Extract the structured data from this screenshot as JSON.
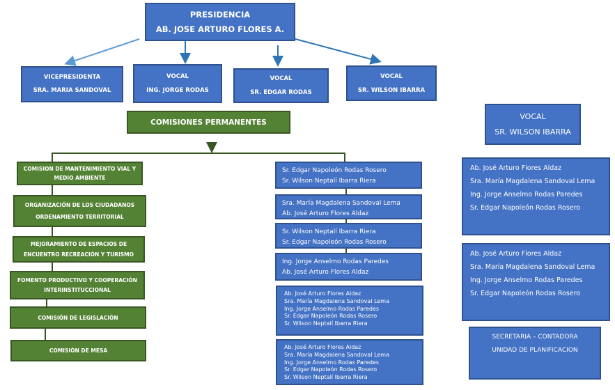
{
  "presidencia": {
    "title": "PRESIDENCIA",
    "name": "AB. JOSE ARTURO FLORES A."
  },
  "second_level": [
    {
      "title": "VICEPRESIDENTA",
      "name": "SRA. MARIA SANDOVAL"
    },
    {
      "title": "VOCAL",
      "name": "ING. JORGE RODAS"
    },
    {
      "title": "VOCAL",
      "name": "SR. EDGAR RODAS"
    },
    {
      "title": "VOCAL",
      "name": "SR. WILSON IBARRA"
    }
  ],
  "comisiones_header": "COMISIONES PERMANENTES",
  "comisiones": [
    {
      "line1": "COMISION DE MANTENIMIENTO VIAL Y",
      "line2": "MEDIO AMBIENTE"
    },
    {
      "line1": "ORGANIZACIÓN DE LOS CIUDADANOS",
      "line2": "ORDENAMIENTO TERRITORIAL"
    },
    {
      "line1": "MEJORAMIENTO DE ESPACIOS DE",
      "line2": "ENCUENTRO RECREACIÓN Y TURISMO"
    },
    {
      "line1": "FOMENTO PRODUCTIVO Y COOPERACIÓN",
      "line2": "INTERINSTITUCCIONAL"
    },
    {
      "line1": "COMISIÓN DE LEGISLACIÓN",
      "line2": ""
    },
    {
      "line1": "COMISIÒN DE MESA",
      "line2": ""
    }
  ],
  "miembros": [
    [
      "Sr. Edgar Napoleón Rodas Rosero",
      "Sr. Wilson Neptalí Ibarra Riera"
    ],
    [
      "Sra. María Magdalena Sandoval Lema",
      "Ab. José Arturo Flores Aldaz"
    ],
    [
      "Sr. Wilson Neptalí Ibarra Riera",
      "Sr. Edgar Napoleón Rodas Rosero"
    ],
    [
      "Ing. Jorge Anselmo Rodas Paredes",
      "Ab. José Arturo Flores Aldaz"
    ],
    [
      "Ab. José Arturo Flores Aldaz",
      "Sra. María Magdalena Sandoval Lema",
      "Ing. Jorge Anselmo Rodas Paredes",
      "Sr. Edgar Napoleón Rodas Rosero",
      "Sr. Wilson Neptalí  Ibarra Riera"
    ],
    [
      "Ab. José Arturo Flores Aldaz",
      "Sra. María Magdalena Sandoval Lema",
      "Ing. Jorge Anselmo Rodas Paredes",
      "Sr. Edgar Napoleón Rodas Rosero",
      "Sr. Wilson Neptalí  Ibarra Riera"
    ]
  ],
  "right_column": {
    "vocal": {
      "title": "VOCAL",
      "name": "SR. WILSON IBARRA"
    },
    "list_a": [
      "Ab. José Arturo Flores Aldaz",
      "Sra. María Magdalena Sandoval Lema",
      "Ing. Jorge Anselmo Rodas Paredes",
      "Sr. Edgar Napoleón Rodas Rosero"
    ],
    "list_b": [
      "Ab. José Arturo Flores Aldaz",
      "Sra. María Magdalena Sandoval Lema",
      "Ing. Jorge Anselmo Rodas Paredes",
      "Sr. Edgar Napoleón Rodas Rosero"
    ],
    "secretaria": {
      "line1": "SECRETARIA – CONTADORA",
      "line2": "UNIDAD DE PLANIFICACION"
    }
  },
  "colors": {
    "blue_fill": "#4472c4",
    "blue_border": "#2f528f",
    "green_fill": "#548235",
    "green_border": "#385723",
    "arrow_blue": "#2e75b6",
    "connector_green": "#375623"
  }
}
